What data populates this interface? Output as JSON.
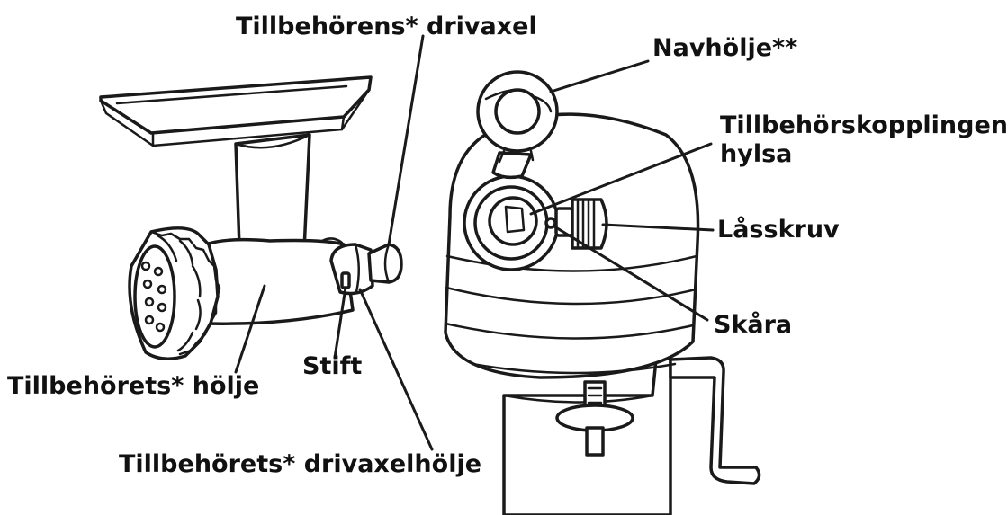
{
  "labels": {
    "attachment_drive_shaft": "Tillbehörens* drivaxel",
    "hub_cover": "Navhölje**",
    "attachment_coupling_socket_line1": "Tillbehörskopplingens",
    "attachment_coupling_socket_line2": "hylsa",
    "locking_knob": "Låsskruv",
    "notch": "Skåra",
    "pin": "Stift",
    "attachment_housing": "Tillbehörets* hölje",
    "attachment_drive_shaft_housing": "Tillbehörets* drivaxelhölje"
  },
  "colors": {
    "ink": "#1a1a1a",
    "background": "#ffffff"
  }
}
